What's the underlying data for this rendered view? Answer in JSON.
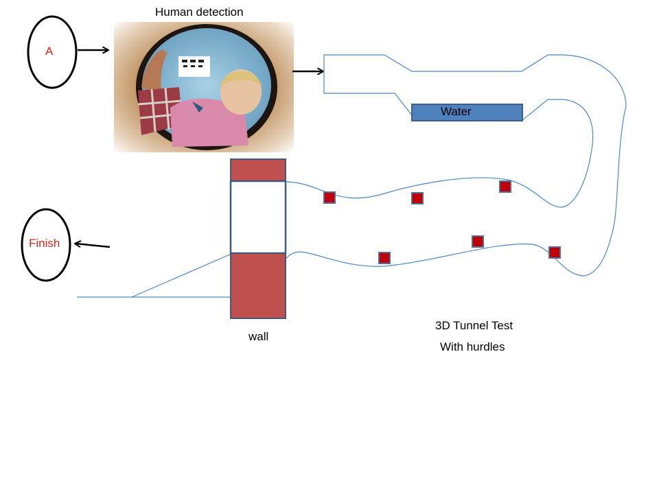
{
  "diagram": {
    "start_label": "A",
    "finish_label": "Finish",
    "photo_caption": "Human detection",
    "water_label": "Water",
    "wall_label": "wall",
    "title_line1": "3D Tunnel Test",
    "title_line2": "With hurdles"
  },
  "colors": {
    "tunnel_line": "#4a86c8",
    "water_fill": "#4f81bd",
    "wall_fill": "#c0504d",
    "wall_border": "#3d5a80",
    "hurdle_fill": "#c00000",
    "hurdle_border": "#4f6fa0",
    "label_red": "#e8221a"
  }
}
